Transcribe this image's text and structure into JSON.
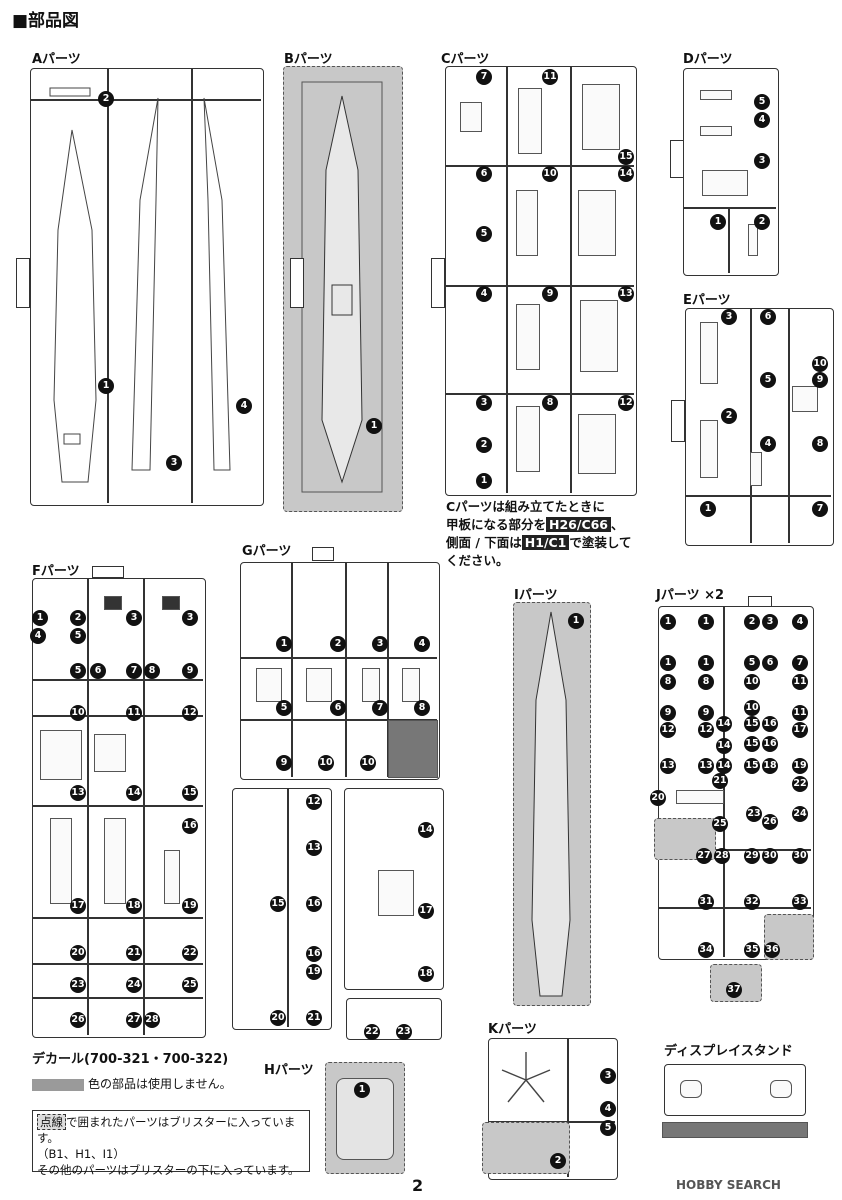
{
  "page_title": "■部品図",
  "sprues": {
    "A": {
      "label": "Aパーツ",
      "parts": [
        "2",
        "1",
        "3",
        "4"
      ]
    },
    "B": {
      "label": "Bパーツ",
      "parts": [
        "1"
      ]
    },
    "C": {
      "label": "Cパーツ",
      "parts": [
        "7",
        "11",
        "15",
        "14",
        "6",
        "10",
        "5",
        "4",
        "9",
        "13",
        "3",
        "8",
        "12",
        "2",
        "1"
      ]
    },
    "D": {
      "label": "Dパーツ",
      "parts": [
        "5",
        "4",
        "3",
        "1",
        "2"
      ]
    },
    "E": {
      "label": "Eパーツ",
      "parts": [
        "3",
        "6",
        "10",
        "5",
        "9",
        "2",
        "4",
        "8",
        "1",
        "7"
      ]
    },
    "F": {
      "label": "Fパーツ",
      "parts": [
        "1",
        "2",
        "3",
        "3",
        "4",
        "5",
        "5",
        "6",
        "7",
        "8",
        "9",
        "10",
        "11",
        "12",
        "13",
        "14",
        "15",
        "16",
        "17",
        "18",
        "19",
        "20",
        "21",
        "22",
        "23",
        "24",
        "25",
        "26",
        "27",
        "28"
      ]
    },
    "G": {
      "label": "Gパーツ",
      "parts": [
        "1",
        "2",
        "3",
        "4",
        "5",
        "6",
        "7",
        "8",
        "9",
        "10",
        "10",
        "12",
        "13",
        "14",
        "15",
        "16",
        "16",
        "17",
        "18",
        "19",
        "20",
        "21",
        "22",
        "23"
      ]
    },
    "H": {
      "label": "Hパーツ",
      "parts": [
        "1"
      ]
    },
    "I": {
      "label": "Iパーツ",
      "parts": [
        "1"
      ]
    },
    "J": {
      "label": "Jパーツ ×2",
      "parts": [
        "1",
        "1",
        "2",
        "3",
        "4",
        "1",
        "1",
        "5",
        "6",
        "7",
        "8",
        "8",
        "10",
        "10",
        "11",
        "9",
        "9",
        "14",
        "15",
        "16",
        "11",
        "12",
        "12",
        "14",
        "15",
        "16",
        "17",
        "13",
        "13",
        "14",
        "15",
        "18",
        "19",
        "21",
        "22",
        "20",
        "23",
        "24",
        "25",
        "26",
        "27",
        "28",
        "29",
        "30",
        "30",
        "31",
        "32",
        "33",
        "34",
        "35",
        "36",
        "37"
      ]
    },
    "K": {
      "label": "Kパーツ",
      "parts": [
        "3",
        "4",
        "5",
        "2"
      ]
    }
  },
  "c_note": {
    "line1": "Cパーツは組み立てたときに",
    "line2_a": "甲板になる部分を",
    "line2_code": "H26/C66",
    "line2_b": "、",
    "line3_a": "側面 / 下面は",
    "line3_code": "H1/C1",
    "line3_b": "で塗装して",
    "line4": "ください。"
  },
  "decal": "デカール(700-321・700-322)",
  "unused_note": "色の部品は使用しません。",
  "display_stand": "ディスプレイスタンド",
  "blister_note": {
    "dashed_word": "点線",
    "line1": "で囲まれたパーツはブリスターに入っています。",
    "line2": "（B1、H1、I1）",
    "line3": "その他のパーツはブリスターの下に入っています。"
  },
  "page_number": "2",
  "watermark": "HOBBY SEARCH",
  "colors": {
    "unused_gray": "#9a9a9a",
    "blister_gray": "#c8c8c8",
    "ink": "#111111"
  }
}
